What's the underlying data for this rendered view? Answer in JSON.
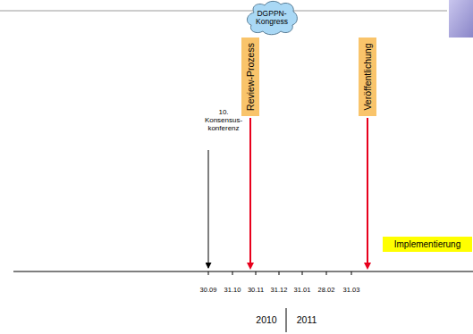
{
  "diagram": {
    "nodes": [
      {
        "text": [
          "DGPPN-Kongress"
        ]
      },
      {
        "text": [
          "Review-Prozess"
        ]
      },
      {
        "text": [
          "Veröffentlichung"
        ]
      },
      {
        "text": [
          "Implementierung"
        ]
      }
    ],
    "labels": [
      "10. Konsensus- konferenz",
      "30.09",
      "31.10",
      "30.11",
      "31.12",
      "31.01",
      "28.02",
      "31.03",
      "2010",
      "2011"
    ]
  }
}
